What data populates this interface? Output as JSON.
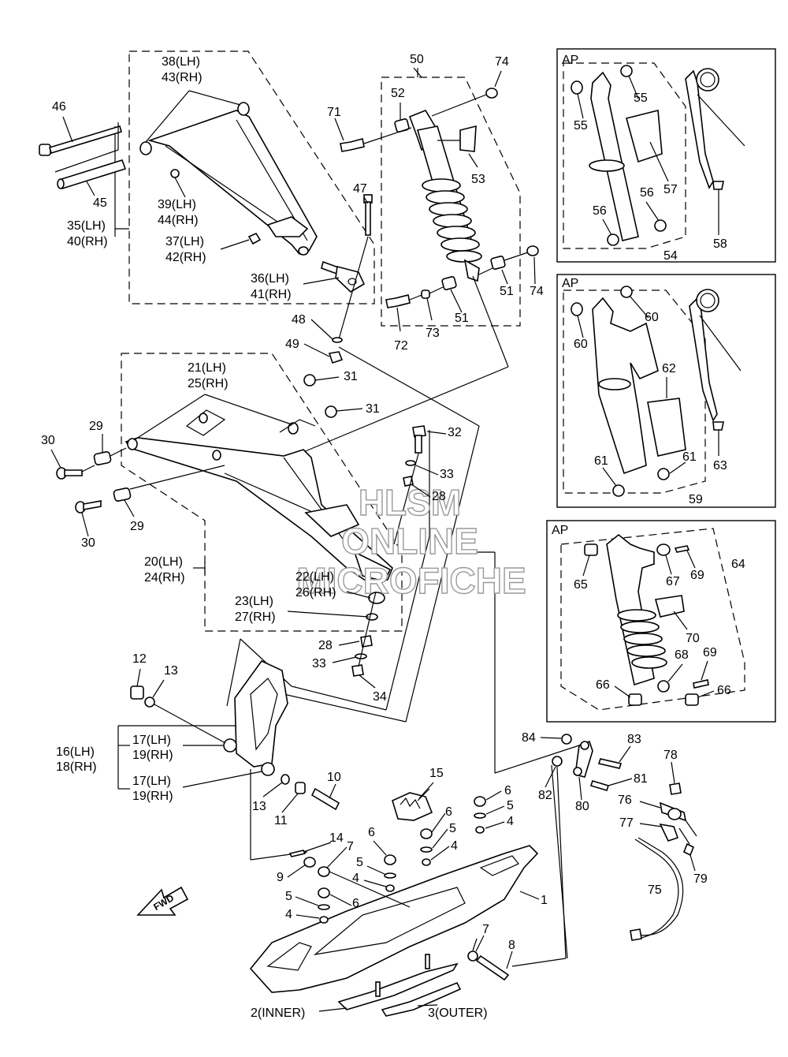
{
  "labels": {
    "l46": "46",
    "l45": "45",
    "l38": "38(LH)",
    "l43": "43(RH)",
    "l39": "39(LH)",
    "l44": "44(RH)",
    "l35": "35(LH)",
    "l40": "40(RH)",
    "l37": "37(LH)",
    "l42": "42(RH)",
    "l36": "36(LH)",
    "l41": "41(RH)",
    "l47": "47",
    "l48": "48",
    "l49": "49",
    "l50": "50",
    "l52": "52",
    "l71": "71",
    "l74a": "74",
    "l74b": "74",
    "l53": "53",
    "l51a": "51",
    "l51b": "51",
    "l72": "72",
    "l73": "73",
    "l21": "21(LH)",
    "l25": "25(RH)",
    "l31a": "31",
    "l31b": "31",
    "l29a": "29",
    "l29b": "29",
    "l30a": "30",
    "l30b": "30",
    "l32": "32",
    "l33a": "33",
    "l28a": "28",
    "l20": "20(LH)",
    "l24": "24(RH)",
    "l22": "22(LH)",
    "l26": "26(RH)",
    "l23": "23(LH)",
    "l27": "27(RH)",
    "l28b": "28",
    "l33b": "33",
    "l34": "34",
    "l12": "12",
    "l13a": "13",
    "l16": "16(LH)",
    "l18": "18(RH)",
    "l17a": "17(LH)",
    "l19a": "19(RH)",
    "l17b": "17(LH)",
    "l19b": "19(RH)",
    "l13b": "13",
    "l11": "11",
    "l10": "10",
    "l15": "15",
    "l14": "14",
    "l6a": "6",
    "l5a": "5",
    "l4a": "4",
    "l6b": "6",
    "l5b": "5",
    "l4b": "4",
    "l6c": "6",
    "l5c": "5",
    "l4c": "4",
    "l6d": "6",
    "l5d": "5",
    "l4d": "4",
    "l7a": "7",
    "l9": "9",
    "l7b": "7",
    "l8": "8",
    "l1": "1",
    "l2": "2(INNER)",
    "l3": "3(OUTER)",
    "l84": "84",
    "l83": "83",
    "l82": "82",
    "l81": "81",
    "l80": "80",
    "l78": "78",
    "l76": "76",
    "l77": "77",
    "l75": "75",
    "l79": "79",
    "ap1": "AP",
    "l55a": "55",
    "l55b": "55",
    "l56a": "56",
    "l56b": "56",
    "l57": "57",
    "l58": "58",
    "l54": "54",
    "ap2": "AP",
    "l60a": "60",
    "l60b": "60",
    "l62": "62",
    "l61a": "61",
    "l61b": "61",
    "l63": "63",
    "l59": "59",
    "ap3": "AP",
    "l65": "65",
    "l67": "67",
    "l69a": "69",
    "l64": "64",
    "l70": "70",
    "l68": "68",
    "l69b": "69",
    "l66a": "66",
    "l66b": "66"
  },
  "watermark": {
    "line1": "HLSM",
    "line2": "ONLINE",
    "line3": "MICROFICHE"
  },
  "arrow": {
    "text": "FWD"
  }
}
